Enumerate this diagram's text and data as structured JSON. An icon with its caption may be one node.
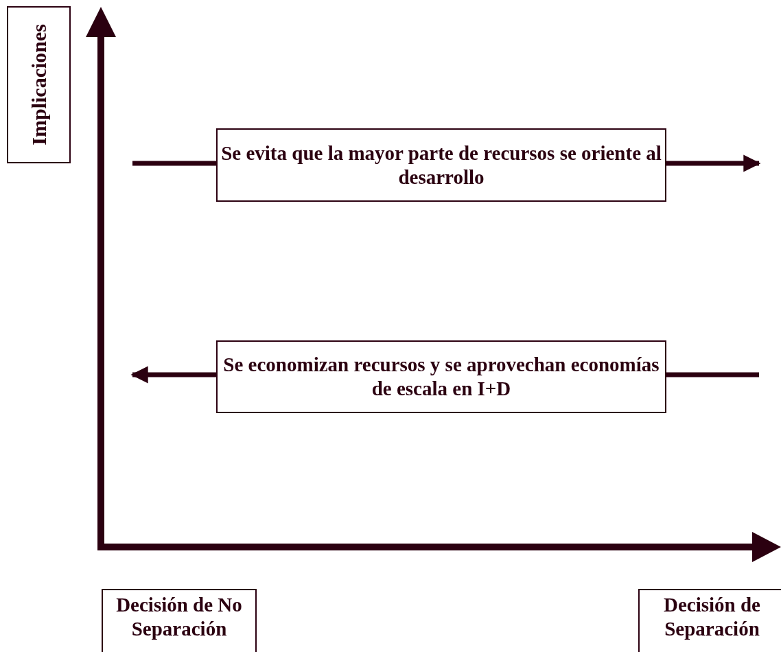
{
  "diagram": {
    "nodes": [
      {
        "text": [
          "Implicaciones"
        ]
      },
      {
        "text": [
          "Se evita que la mayor parte de recursos se oriente al desarrollo"
        ]
      },
      {
        "text": [
          "Se economizan recursos y se aprovechan economías de escala en I+D"
        ]
      },
      {
        "text": [
          "Decisión de No Separación"
        ]
      },
      {
        "text": [
          "Decisión de Separación"
        ]
      }
    ],
    "edges": [
      {
        "from": null,
        "to": 1,
        "arrow": "none"
      },
      {
        "from": 1,
        "to": null,
        "arrow": "to"
      },
      {
        "from": 2,
        "to": null,
        "arrow": "to"
      },
      {
        "from": null,
        "to": 2,
        "arrow": "none"
      }
    ]
  }
}
